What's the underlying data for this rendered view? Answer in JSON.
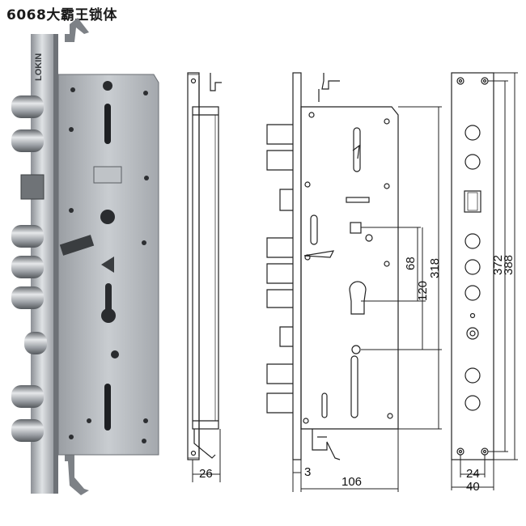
{
  "title": "6068大霸王锁体",
  "brand_logo": "LOKIN",
  "dimensions": {
    "faceplate_width": "26",
    "front_offset": "3",
    "case_width": "106",
    "spindle_to_handle": "68",
    "spindle_to_cylinder": "120",
    "spindle_to_bottom": "318",
    "plate_hole_span": "372",
    "plate_length": "388",
    "plate_hole_spacing": "24",
    "plate_width": "40"
  }
}
